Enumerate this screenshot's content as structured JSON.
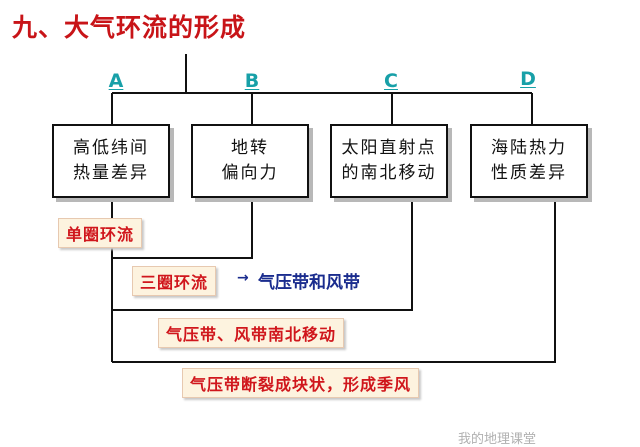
{
  "title": "九、大气环流的形成",
  "letters": [
    "A",
    "B",
    "C",
    "D"
  ],
  "boxes": [
    {
      "line1": "高低纬间",
      "line2": "热量差异"
    },
    {
      "line1": "地转",
      "line2": "偏向力"
    },
    {
      "line1": "太阳直射点",
      "line2": "的南北移动"
    },
    {
      "line1": "海陆热力",
      "line2": "性质差异"
    }
  ],
  "results": {
    "single_cell": "单圈环流",
    "three_cell": "三圈环流",
    "three_cell_result": "气压带和风带",
    "shift": "气压带、风带南北移动",
    "break": "气压带断裂成块状，形成季风"
  },
  "arrow_glyph": "→",
  "watermark": "我的地理课堂"
}
